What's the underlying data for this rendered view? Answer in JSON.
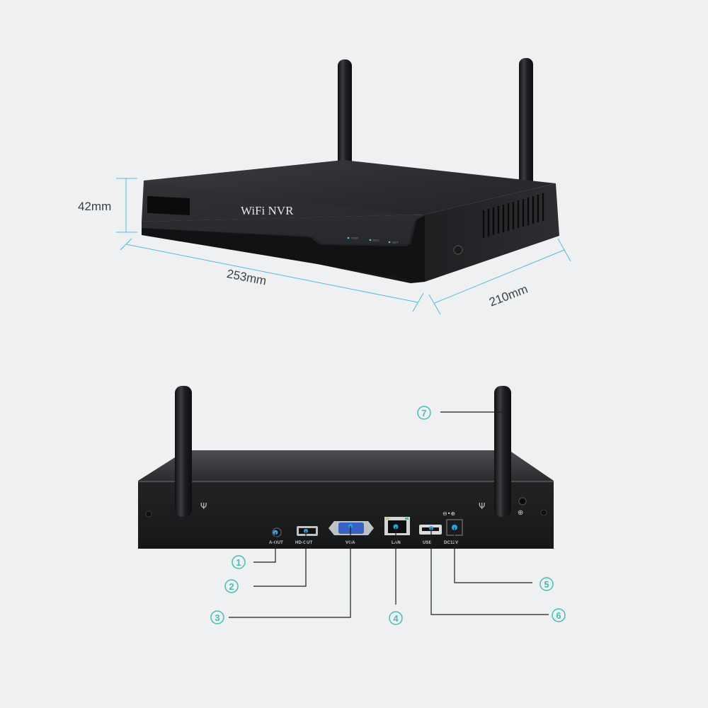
{
  "top_view": {
    "brand_text": "WiFi NVR",
    "height_label": "42mm",
    "width_label": "253mm",
    "depth_label": "210mm",
    "leds": [
      "PWR",
      "REC",
      "NET"
    ]
  },
  "rear_view": {
    "ports": [
      {
        "number": "①",
        "label": "A-OUT"
      },
      {
        "number": "②",
        "label": "HD-OUT"
      },
      {
        "number": "③",
        "label": "VGA"
      },
      {
        "number": "④",
        "label": "LAN"
      },
      {
        "number": "⑤",
        "label": "DC12V"
      },
      {
        "number": "⑥",
        "label": "USB"
      },
      {
        "number": "⑦",
        "label": ""
      }
    ]
  },
  "colors": {
    "background": "#eef0f1",
    "dimension_lines": "#55b9e3",
    "callouts": "#46bdb2",
    "device": "#1c1d1f"
  }
}
